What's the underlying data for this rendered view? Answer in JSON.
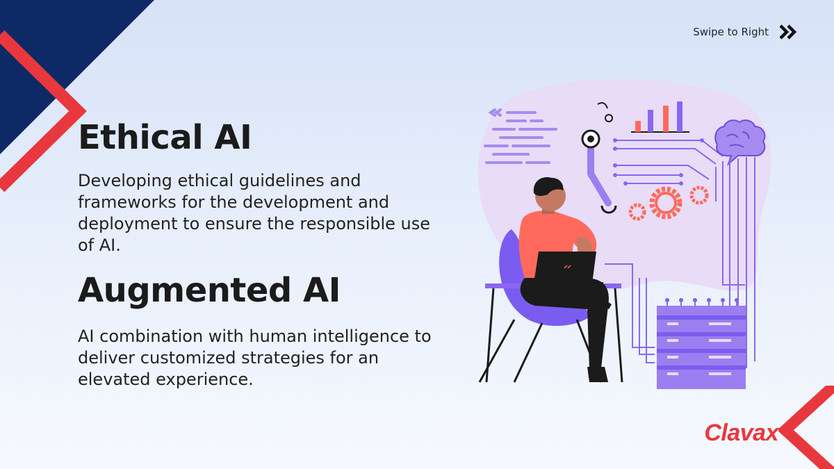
{
  "navigation": {
    "swipe_label": "Swipe to Right",
    "swipe_icon": "double-chevron-right-icon"
  },
  "sections": [
    {
      "title": "Ethical AI",
      "description": "Developing ethical guidelines and frameworks for the development and deployment to ensure the responsible use of AI."
    },
    {
      "title": "Augmented AI",
      "description": "AI combination with human intelligence to deliver customized strategies for an elevated experience."
    }
  ],
  "brand": {
    "name": "Clavax"
  },
  "colors": {
    "navy": "#0d2a66",
    "brand_red": "#e8383d",
    "purple": "#7b5cf0",
    "lavender": "#e8dcf7",
    "shirt": "#ff6a5c"
  }
}
